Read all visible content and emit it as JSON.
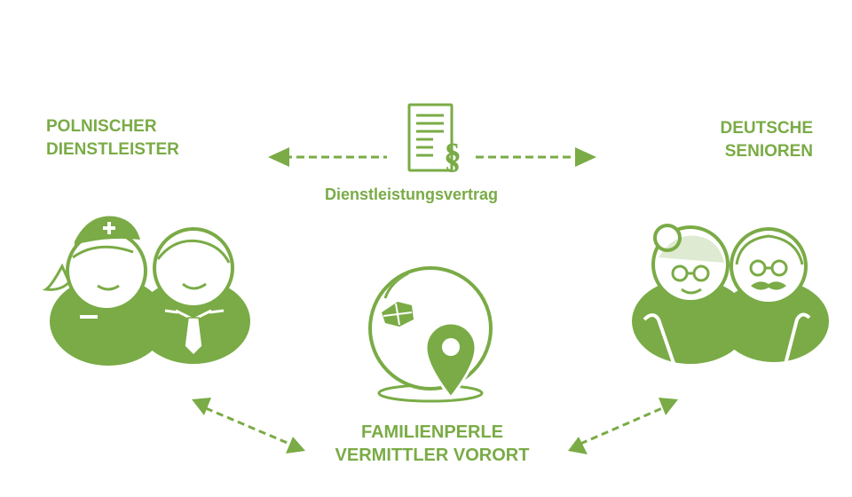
{
  "colors": {
    "accent": "#7aab46",
    "background": "#ffffff"
  },
  "left_group": {
    "line1": "POLNISCHER",
    "line2": "DIENSTLEISTER"
  },
  "right_group": {
    "line1": "DEUTSCHE",
    "line2": "SENIOREN"
  },
  "contract": {
    "label": "Dienstleistungsvertrag",
    "icon": "contract-document-paragraph-icon"
  },
  "center": {
    "line1": "FAMILIENPERLE",
    "line2": "VERMITTLER VORORT",
    "icon": "globe-location-pin-icon"
  },
  "icons": {
    "left_people": [
      "nurse-caregiver-icon",
      "man-with-tie-icon"
    ],
    "right_people": [
      "grandmother-with-glasses-icon",
      "grandfather-with-mustache-icon"
    ],
    "arrows": [
      "double-arrow-left-horizontal",
      "double-arrow-right-horizontal",
      "double-arrow-bottom-left-diagonal",
      "double-arrow-bottom-right-diagonal"
    ]
  }
}
